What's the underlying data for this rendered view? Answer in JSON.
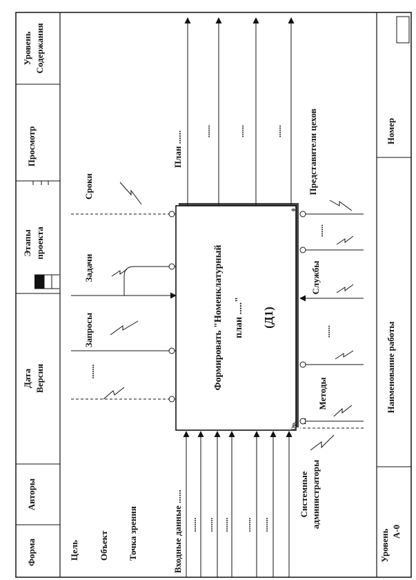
{
  "header": {
    "form_label": "Форма",
    "authors_label": "Авторы",
    "date_label": "Дата",
    "version_label": "Версия",
    "stages_label_1": "Этапы",
    "stages_label_2": "проекта",
    "view_label": "Просмотр",
    "level_label_1": "Уровень",
    "level_label_2": "Содержания"
  },
  "context": {
    "goal": "Цель",
    "object": "Объект",
    "viewpoint": "Точка зрения"
  },
  "process": {
    "title_line1": "Формировать \"Номенклатурный",
    "title_line2": "план .....\"",
    "code": "(Д1)",
    "corner_number": "0",
    "corner_label": "Ор."
  },
  "inputs": {
    "title": "Входные данные  ......",
    "items": [
      ".......",
      ".......",
      ".......",
      ".......",
      "......."
    ]
  },
  "controls": {
    "dots": ".......",
    "requests": "Запросы",
    "tasks": "Задачи",
    "deadlines": "Сроки"
  },
  "outputs": {
    "plan": "План  ......",
    "dots": [
      "......",
      "......",
      "......"
    ]
  },
  "mechanisms": {
    "sys_admins_1": "Системные",
    "sys_admins_2": "администраторы",
    "methods": "Методы",
    "dots_a": "......",
    "services": "Службы",
    "dots_b": "......",
    "shop_reps": "Представители цехов"
  },
  "footer": {
    "level_label": "Уровень",
    "level_value": "А-0",
    "work_name_label": "Наименование работы",
    "number_label": "Номер"
  }
}
